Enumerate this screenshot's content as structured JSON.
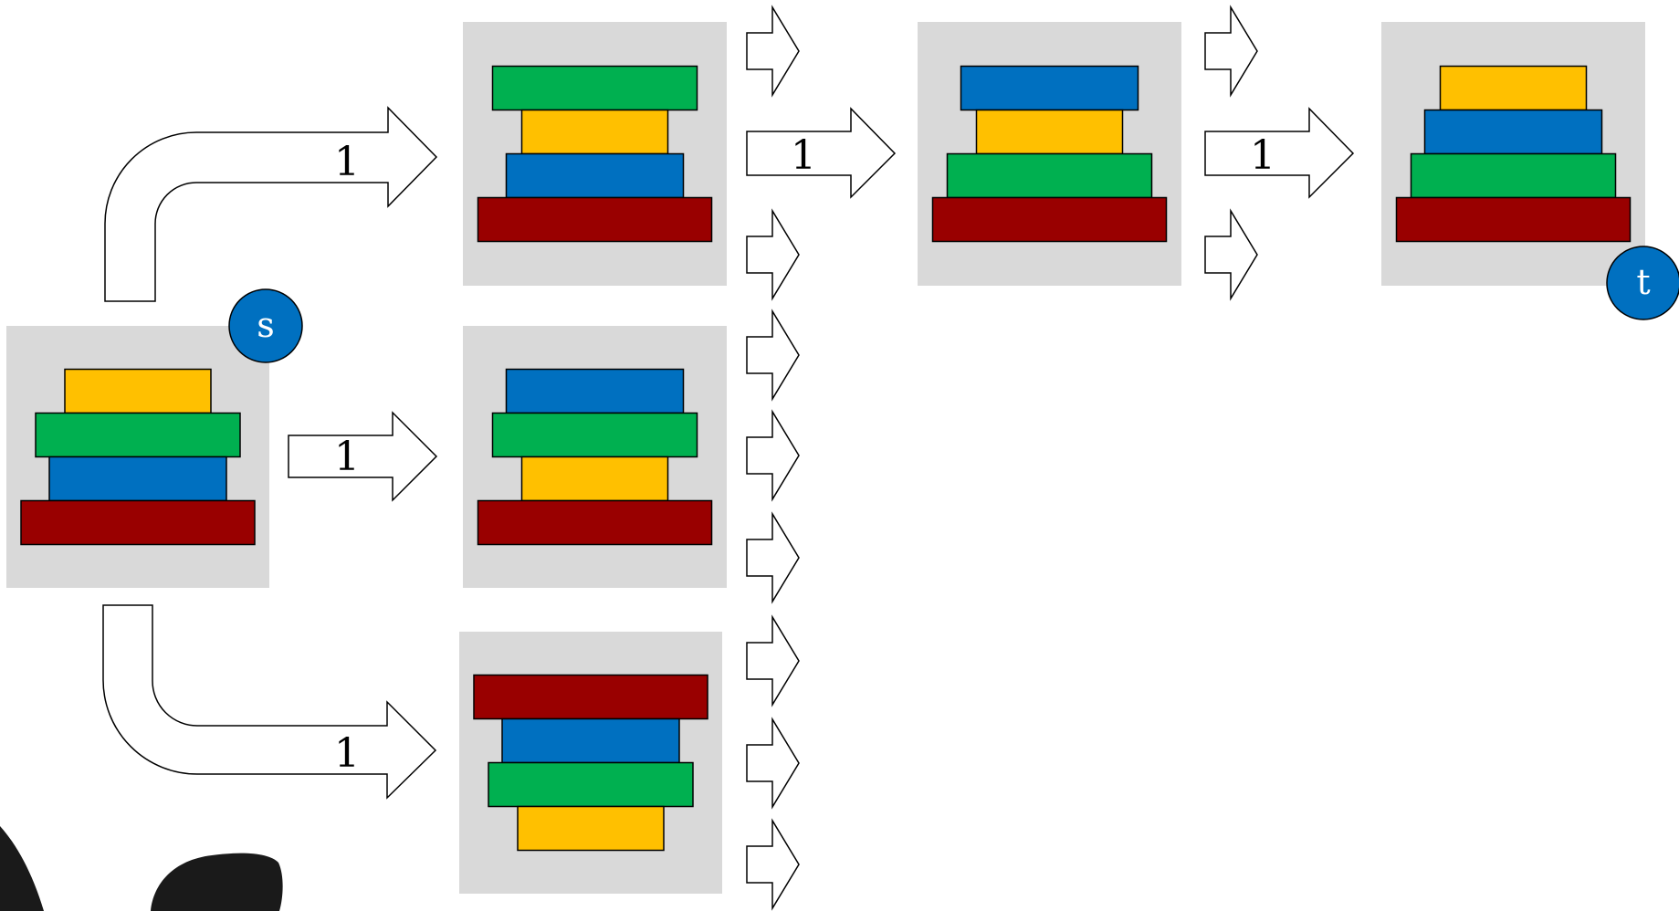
{
  "colors": {
    "red": "#990000",
    "blue": "#0070c0",
    "green": "#00b050",
    "yellow": "#ffc000",
    "panel": "#d9d9d9",
    "node": "#0070c0"
  },
  "nodes": {
    "start": {
      "label": "s"
    },
    "target": {
      "label": "t"
    }
  },
  "states": [
    {
      "id": "start",
      "stack_top_to_bottom": [
        "yellow",
        "green",
        "blue",
        "red"
      ]
    },
    {
      "id": "level1-top",
      "stack_top_to_bottom": [
        "green",
        "yellow",
        "blue",
        "red"
      ]
    },
    {
      "id": "level1-middle",
      "stack_top_to_bottom": [
        "blue",
        "green",
        "yellow",
        "red"
      ]
    },
    {
      "id": "level1-bottom",
      "stack_top_to_bottom": [
        "red",
        "blue",
        "green",
        "yellow"
      ]
    },
    {
      "id": "level2",
      "stack_top_to_bottom": [
        "blue",
        "yellow",
        "green",
        "red"
      ]
    },
    {
      "id": "target",
      "stack_top_to_bottom": [
        "yellow",
        "blue",
        "green",
        "red"
      ]
    }
  ],
  "edges": {
    "start_to_top": {
      "weight": "1"
    },
    "start_to_middle": {
      "weight": "1"
    },
    "start_to_bottom": {
      "weight": "1"
    },
    "top_to_level2": {
      "weight": "1"
    },
    "level2_to_target": {
      "weight": "1"
    }
  },
  "disc_sizes": {
    "red": "largest",
    "green": "second",
    "blue": "third",
    "yellow": "smallest"
  }
}
